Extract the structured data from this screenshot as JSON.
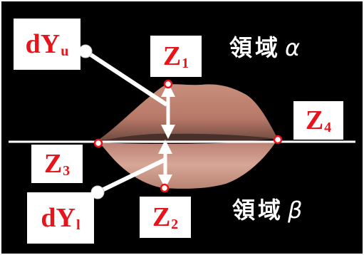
{
  "labels": {
    "dyu": {
      "main": "dY",
      "sub": "u"
    },
    "dyl": {
      "main": "dY",
      "sub": "l"
    },
    "z1": {
      "main": "Z",
      "sub": "1"
    },
    "z2": {
      "main": "Z",
      "sub": "2"
    },
    "z3": {
      "main": "Z",
      "sub": "3"
    },
    "z4": {
      "main": "Z",
      "sub": "4"
    }
  },
  "regions": {
    "alpha": {
      "text": "領域",
      "symbol": "α"
    },
    "beta": {
      "text": "領域",
      "symbol": "β"
    }
  },
  "colors": {
    "background": "#000000",
    "label_text": "#e8141c",
    "label_box": "#ffffff",
    "point_marker": "#e8141c",
    "lines": "#ffffff"
  }
}
